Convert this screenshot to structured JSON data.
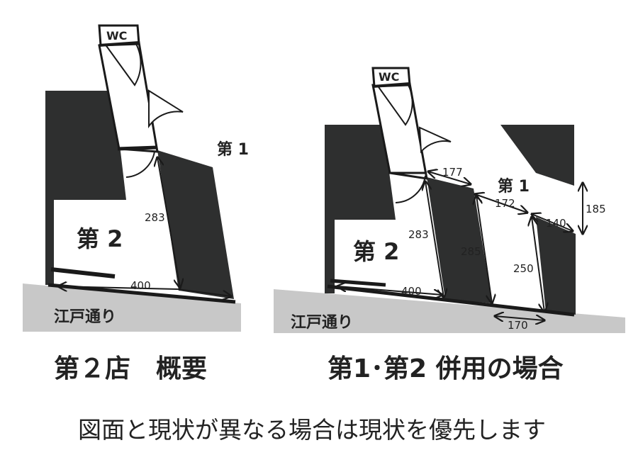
{
  "left_plan": {
    "wc": "WC",
    "room_1": "第 1",
    "room_2": "第 2",
    "dim_283": "283",
    "dim_400": "400",
    "street": "江戸通り",
    "caption": "第２店　概要"
  },
  "right_plan": {
    "wc": "WC",
    "room_1": "第 1",
    "room_2": "第 2",
    "dim_177": "177",
    "dim_172": "172",
    "dim_140": "140",
    "dim_185": "185",
    "dim_283": "283",
    "dim_285": "285",
    "dim_250": "250",
    "dim_400": "400",
    "dim_170": "170",
    "street": "江戸通り",
    "caption": "第1･第2 併用の場合"
  },
  "footer_note": "図面と現状が異なる場合は現状を優先します",
  "colors": {
    "wall": "#2e2f2f",
    "street": "#c8c8c8",
    "line": "#1a1a1a"
  }
}
